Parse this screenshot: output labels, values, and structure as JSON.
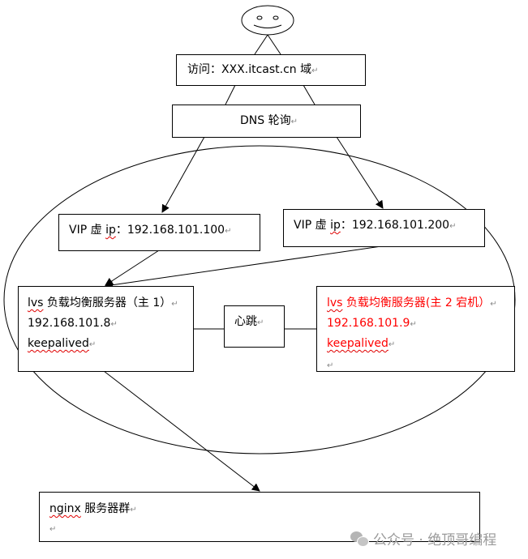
{
  "colors": {
    "line": "#000000",
    "highlight": "#ff0000",
    "watermark": "#9a9a9a"
  },
  "user": {
    "icon": "smiley-face-icon"
  },
  "access_box": {
    "text": "访问：XXX.itcast.cn 域"
  },
  "dns_box": {
    "text": "DNS 轮询"
  },
  "vip1": {
    "prefix": "VIP 虚 ",
    "ip_word": "ip",
    "suffix": "：192.168.101.100"
  },
  "vip2": {
    "prefix": "VIP 虚 ",
    "ip_word": "ip",
    "suffix": "：192.168.101.200"
  },
  "lvs1": {
    "lvs": "lvs",
    "title": " 负载均衡服务器（主 1）",
    "ip": "192.168.101.8",
    "keepalived": "keepalived"
  },
  "heartbeat": {
    "text": "心跳"
  },
  "lvs2": {
    "lvs": "lvs",
    "title": " 负载均衡服务器(主 2 宕机）",
    "ip": "192.168.101.9",
    "keepalived": "keepalived"
  },
  "nginx": {
    "nginx": "nginx",
    "title": " 服务器群"
  },
  "return_mark": "↵",
  "watermark": {
    "text": "公众号 · 绝顶哥编程",
    "icon": "wechat-icon"
  }
}
